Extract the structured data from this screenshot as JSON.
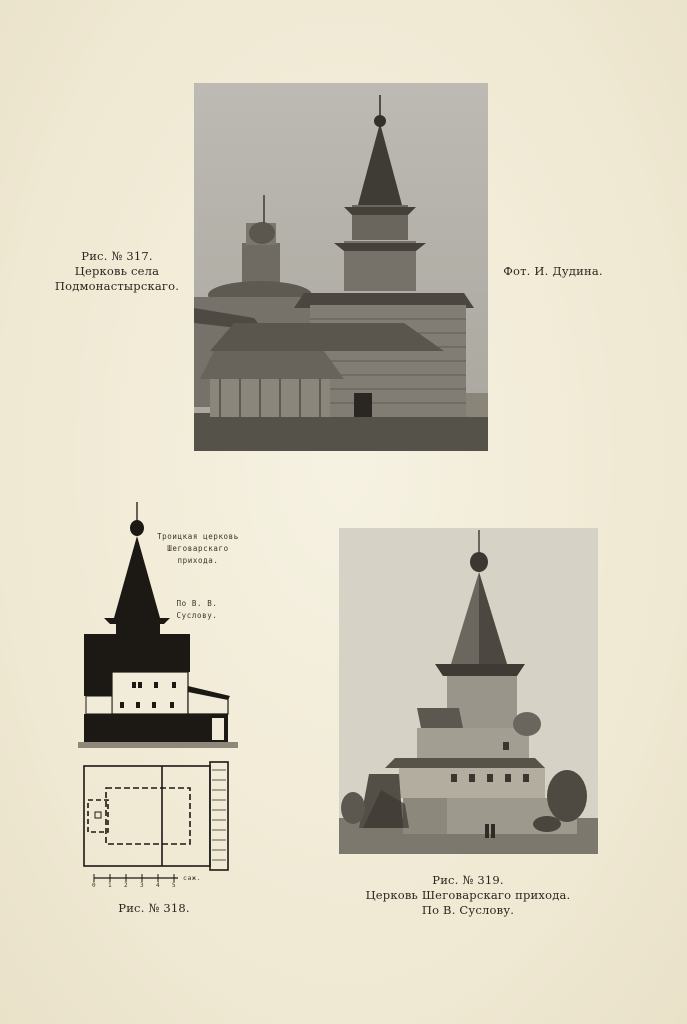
{
  "fig317": {
    "line1": "Рис. № 317.",
    "line2": "Церковь села",
    "line3": "Подмонастырскаго.",
    "credit": "Фот. И. Дудина."
  },
  "fig318": {
    "title_line1": "Троицкая церковь",
    "title_line2": "Шеговарскаго",
    "title_line3": "прихода.",
    "author": "По В. В. Суслову.",
    "scale_unit": "саж.",
    "scale_ticks": [
      "0",
      "1",
      "2",
      "3",
      "4",
      "5"
    ],
    "caption": "Рис. № 318."
  },
  "fig319": {
    "line1": "Рис. № 319.",
    "line2": "Церковь Шеговарскаго прихода.",
    "line3": "По В. Суслову."
  }
}
